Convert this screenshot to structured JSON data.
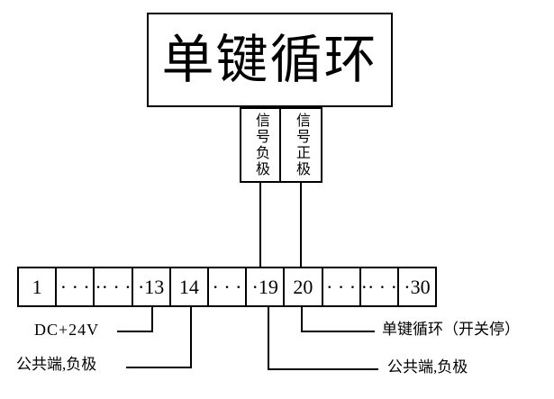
{
  "diagram": {
    "title_box": {
      "label": "单键循环"
    },
    "signal_boxes": {
      "negative": {
        "label": "信号负极"
      },
      "positive": {
        "label": "信号正极"
      }
    },
    "terminal_strip": {
      "cells": [
        "1",
        "· · ·",
        "·· · ·",
        "·13",
        "14",
        "· · ·",
        "·19",
        "20",
        "· · ·",
        "·· · ·",
        "·30"
      ]
    },
    "annotations": {
      "dc_24v": "DC+24V",
      "common_negative_left": "公共端,负极",
      "single_key_cycle": "单键循环（开关停）",
      "common_negative_right": "公共端,负极"
    },
    "colors": {
      "line": "#000000",
      "background": "#ffffff"
    }
  }
}
